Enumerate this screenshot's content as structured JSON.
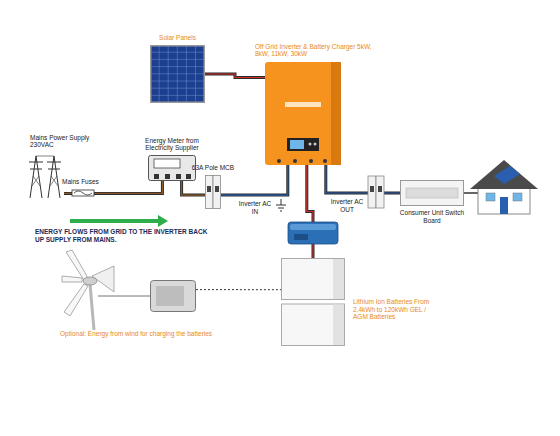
{
  "diagram": {
    "nodes": [
      {
        "text": [
          "Solar Panels"
        ]
      },
      {
        "text": [
          "Off Grid Inverter & Battery Charger 5kW, 8kW, 11kW, 30kW"
        ]
      },
      {
        "text": [
          "Mains Power Supply 230VAC"
        ]
      },
      {
        "text": [
          "Energy Meter from Electricity Supplier"
        ]
      },
      {
        "text": [
          "63A Pole MCB"
        ]
      },
      {
        "text": [
          "Consumer Unit Switch Board"
        ]
      },
      {
        "text": [
          "Lithium Ion Batteries From 2.4kWh to 120kWh GEL / AGM Batteries"
        ]
      },
      {
        "text": [
          "Optional: Energy from wind for charging the batteries"
        ]
      }
    ],
    "edges": [
      {
        "from": 0,
        "to": 1,
        "arrow": "none"
      },
      {
        "from": 2,
        "to": 3,
        "arrow": "none"
      },
      {
        "from": 3,
        "to": 4,
        "arrow": "none"
      },
      {
        "from": 4,
        "to": 1,
        "arrow": "none"
      },
      {
        "from": 1,
        "to": 5,
        "arrow": "none"
      },
      {
        "from": 1,
        "to": 6,
        "arrow": "none"
      },
      {
        "from": 7,
        "to": 6,
        "arrow": "none"
      }
    ],
    "labels": [
      "Mains Fuses",
      "Inverter AC IN",
      "Inverter AC OUT",
      "ENERGY FLOWS FROM GRID TO THE INVERTER BACK UP SUPPLY FROM MAINS."
    ]
  }
}
